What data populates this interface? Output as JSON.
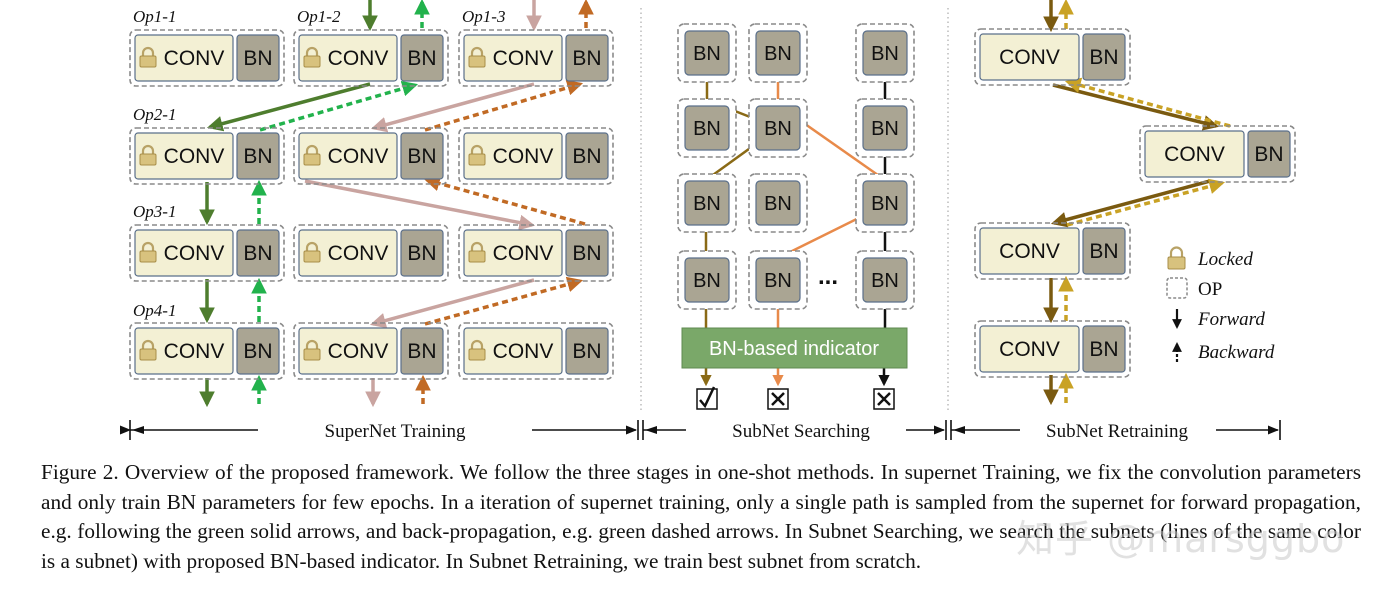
{
  "figure": {
    "op_labels": [
      "Op1-1",
      "Op1-2",
      "Op1-3",
      "Op2-1",
      "Op3-1",
      "Op4-1"
    ],
    "conv_label": "CONV",
    "bn_label": "BN",
    "ellipsis": "...",
    "indicator_label": "BN-based indicator",
    "stages": [
      "SuperNet Training",
      "SubNet Searching",
      "SubNet Retraining"
    ],
    "legend": {
      "locked": "Locked",
      "op": "OP",
      "forward": "Forward",
      "backward": "Backward"
    },
    "results": [
      "check",
      "cross",
      "cross"
    ],
    "colors": {
      "green": "#4e7d2e",
      "green_dashed": "#22b24c",
      "pink": "#c9a4a0",
      "orange_dashed": "#c16a24",
      "olive": "#8a6a16",
      "orange": "#e88a4a",
      "black": "#111111",
      "gold": "#7a5a10",
      "gold_dashed": "#c9a225",
      "indicator_fill": "#7aa869",
      "conv_fill": "#f3f0d4",
      "bn_fill": "#aaa593",
      "op_border": "#8a8a8a"
    }
  },
  "caption": "Figure 2. Overview of the proposed framework. We follow the three stages in one-shot methods. In supernet Training, we fix the convolution parameters and only train BN parameters for few epochs. In a iteration of supernet training, only a single path is sampled from the supernet for forward propagation, e.g. following the green solid arrows, and back-propagation, e.g. green dashed arrows. In Subnet Searching, we search the subnets (lines of the same color is a subnet) with proposed BN-based indicator. In Subnet Retraining, we train best subnet from scratch.",
  "watermark": "知乎 @marsggbo"
}
